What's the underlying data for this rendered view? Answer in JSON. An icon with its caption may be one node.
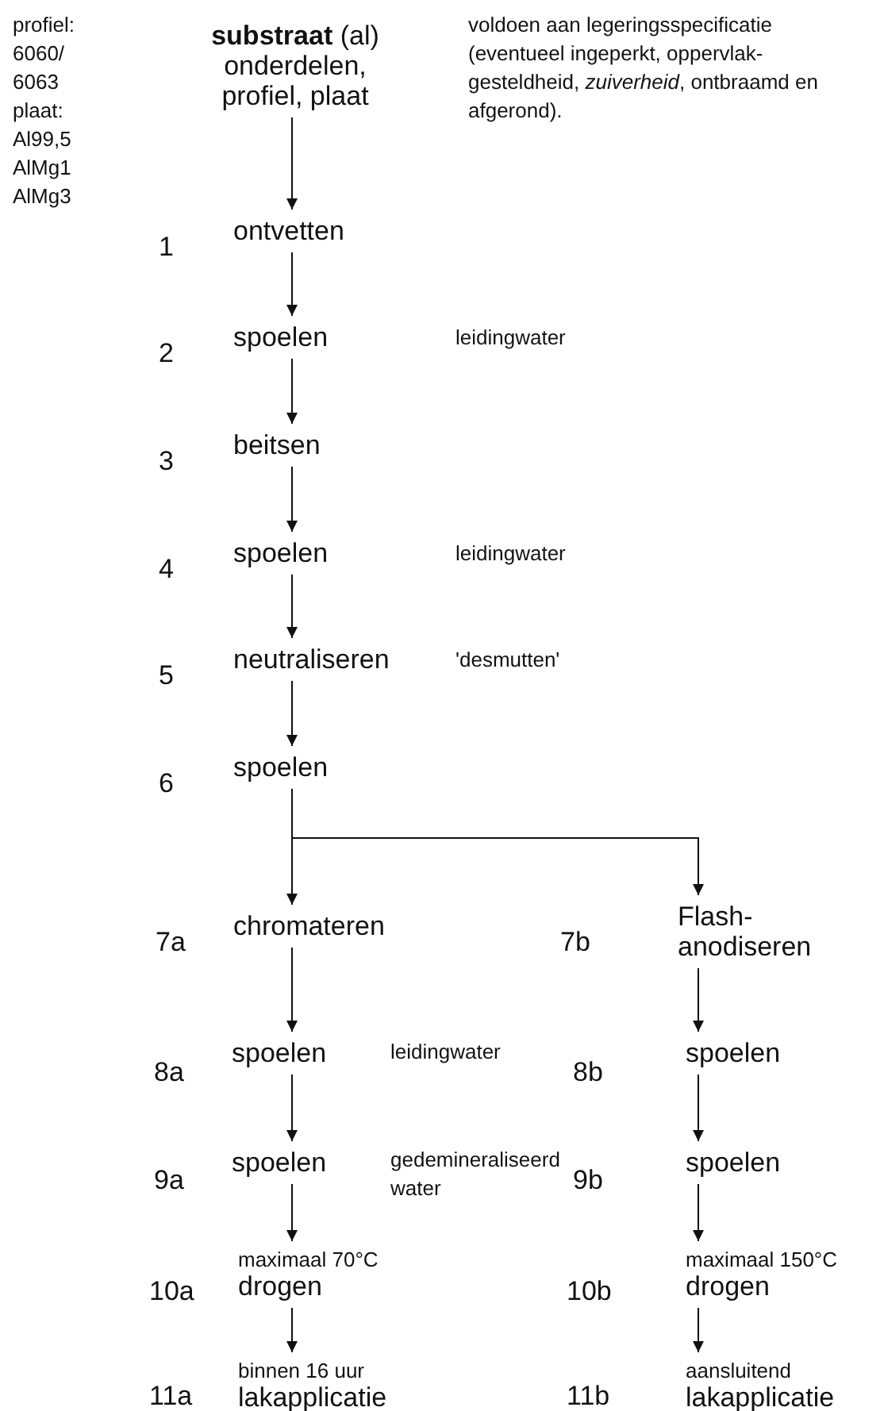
{
  "diagram": {
    "nodes": [
      {
        "text": [
          "**substraat** (al) onderdelen, profiel, plaat"
        ]
      },
      {
        "text": [
          "ontvetten"
        ],
        "beside": [
          "1"
        ]
      },
      {
        "text": [
          "spoelen"
        ],
        "beside": [
          "2"
        ]
      },
      {
        "text": [
          "beitsen"
        ],
        "beside": [
          "3"
        ]
      },
      {
        "text": [
          "spoelen"
        ],
        "beside": [
          "4"
        ]
      },
      {
        "text": [
          "neutraliseren"
        ],
        "beside": [
          "5",
          "'desmutten'"
        ]
      },
      {
        "text": [
          "spoelen"
        ],
        "beside": [
          "6"
        ]
      },
      {
        "text": [
          "chromateren"
        ],
        "beside": [
          "7a"
        ]
      },
      {
        "text": [
          "Flash-anodiseren"
        ],
        "beside": [
          "7b"
        ]
      },
      {
        "text": [
          "spoelen"
        ],
        "beside": [
          "8a",
          "leidingwater"
        ]
      },
      {
        "text": [
          "spoelen"
        ],
        "beside": [
          "8b"
        ]
      },
      {
        "text": [
          "spoelen"
        ],
        "beside": [
          "9a",
          "gedemineraliseerd water"
        ]
      },
      {
        "text": [
          "spoelen"
        ],
        "beside": [
          "9b"
        ]
      },
      {
        "text": [
          "maximaal 70°C",
          "drogen"
        ],
        "beside": [
          "10a"
        ]
      },
      {
        "text": [
          "maximaal 150°C",
          "drogen"
        ],
        "beside": [
          "10b"
        ]
      },
      {
        "text": [
          "binnen 16 uur",
          "lakapplicatie"
        ],
        "beside": [
          "11a"
        ]
      },
      {
        "text": [
          "aansluitend",
          "lakapplicatie"
        ],
        "beside": [
          "11b"
        ]
      }
    ],
    "edges": [
      {
        "from": 0,
        "to": 1,
        "arrow": "to"
      },
      {
        "from": 1,
        "to": 2,
        "arrow": "to"
      },
      {
        "from": 2,
        "to": 3,
        "arrow": "to"
      },
      {
        "from": 3,
        "to": 4,
        "arrow": "to"
      },
      {
        "from": 4,
        "to": 5,
        "arrow": "to"
      },
      {
        "from": 5,
        "to": 6,
        "arrow": "to"
      },
      {
        "from": 6,
        "to": 7,
        "arrow": "to"
      },
      {
        "from": 6,
        "to": 8,
        "arrow": "to"
      },
      {
        "from": 7,
        "to": 9,
        "arrow": "to"
      },
      {
        "from": 9,
        "to": 11,
        "arrow": "to"
      },
      {
        "from": 11,
        "to": 13,
        "arrow": "to"
      },
      {
        "from": 13,
        "to": 15,
        "arrow": "to"
      },
      {
        "from": 8,
        "to": 10,
        "arrow": "to"
      },
      {
        "from": 10,
        "to": 12,
        "arrow": "to"
      },
      {
        "from": 12,
        "to": 14,
        "arrow": "to"
      },
      {
        "from": 14,
        "to": 16,
        "arrow": "to"
      }
    ],
    "labels": [
      "profiel: 6060/ 6063 plaat: Al99,5 AlMg1 AlMg3",
      "voldoen aan legeringsspecificatie (eventueel ingeperkt, oppervlak-gesteldheid, *zuiverheid*, ontbraamd en afgerond).",
      "leidingwater",
      "leidingwater"
    ]
  }
}
